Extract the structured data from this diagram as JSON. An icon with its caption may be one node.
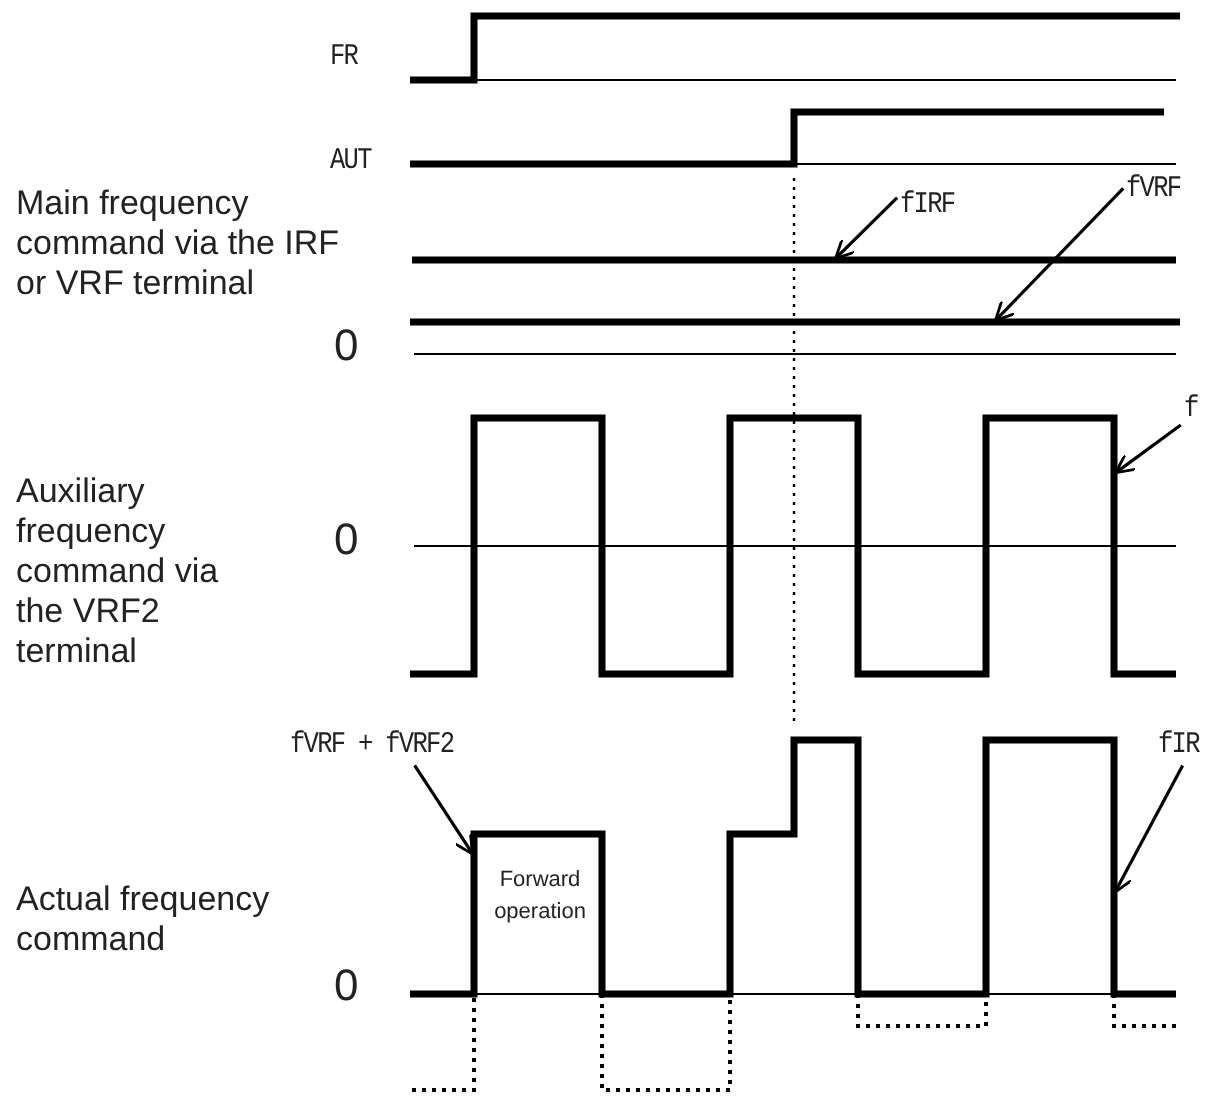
{
  "diagram": {
    "nodes": [
      {
        "text": [
          "fIRF"
        ]
      },
      {
        "text": [
          "fVRF"
        ]
      },
      {
        "text": [
          "f"
        ]
      },
      {
        "text": [
          "fVRF + fVRF2"
        ]
      },
      {
        "text": [
          "fIR"
        ]
      },
      {
        "text": [],
        "shape": "line"
      },
      {
        "text": [],
        "shape": "line"
      },
      {
        "text": [],
        "shape": "line"
      },
      {
        "text": [],
        "shape": "line"
      }
    ],
    "edges": [
      {
        "from": 0,
        "to": 5,
        "arrow": "to"
      },
      {
        "from": 1,
        "to": 6,
        "arrow": "to"
      },
      {
        "from": 2,
        "to": 7,
        "arrow": "to"
      },
      {
        "from": 3,
        "to": 8,
        "arrow": "to"
      },
      {
        "from": 4,
        "to": 8,
        "arrow": "to"
      }
    ],
    "labels": [
      "FR",
      "AUT",
      "Main frequency command via the IRF or VRF terminal",
      "0",
      "Auxiliary frequency command via the VRF2 terminal",
      "0",
      "Actual frequency command",
      "Forward operation",
      "0"
    ]
  }
}
